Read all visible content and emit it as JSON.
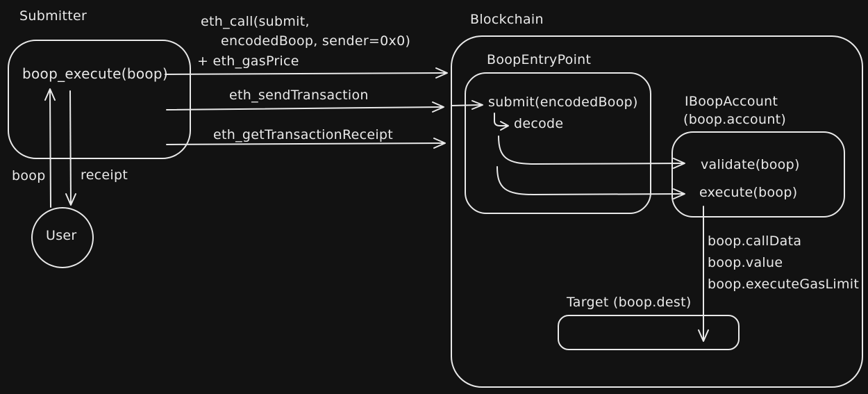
{
  "canvas": {
    "background": "#121212",
    "stroke_color": "#e9e9e9"
  },
  "nodes": {
    "submitter": {
      "title": "Submitter",
      "method": "boop_execute(boop)"
    },
    "blockchain": {
      "title": "Blockchain"
    },
    "boop_entry_point": {
      "title": "BoopEntryPoint",
      "method": "submit(encodedBoop)",
      "sub_step": "decode"
    },
    "iboop_account": {
      "title": "IBoopAccount",
      "subtitle": "(boop.account)",
      "method_validate": "validate(boop)",
      "method_execute": "execute(boop)"
    },
    "target": {
      "title": "Target (boop.dest)"
    },
    "user": {
      "label": "User"
    }
  },
  "edges": {
    "eth_call": {
      "label_line1": "eth_call(submit,",
      "label_line2": "encodedBoop, sender=0x0)",
      "label_line3": "+ eth_gasPrice"
    },
    "eth_send_transaction": {
      "label": "eth_sendTransaction"
    },
    "eth_get_transaction_receipt": {
      "label": "eth_getTransactionReceipt"
    },
    "boop_to_submitter": {
      "label": "boop"
    },
    "receipt_to_user": {
      "label": "receipt"
    },
    "execute_to_target": {
      "labels": [
        "boop.callData",
        "boop.value",
        "boop.executeGasLimit"
      ]
    }
  }
}
